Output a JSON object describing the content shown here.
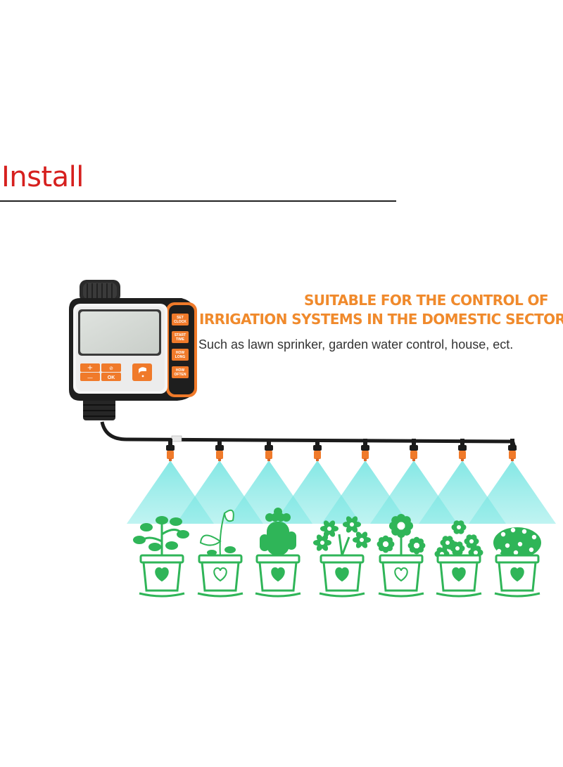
{
  "section_title": "Install",
  "headline_line1": "SUITABLE  FOR  THE CONTROL OF",
  "headline_line2": "IRRIGATION SYSTEMS IN THE DOMESTIC SECTOR",
  "subtitle": "Such as lawn sprinker, garden water control, house, ect.",
  "device": {
    "side_buttons": [
      {
        "line1": "SET",
        "line2": "CLOCK"
      },
      {
        "line1": "START",
        "line2": "TIME"
      },
      {
        "line1": "HOW",
        "line2": "LONG"
      },
      {
        "line1": "HOW",
        "line2": "OFTEN"
      }
    ],
    "plus_label": "+",
    "minus_label": "—",
    "cycle_label": "⊘",
    "ok_label": "OK"
  },
  "colors": {
    "title_red": "#d6201e",
    "headline_orange": "#f08a2c",
    "button_orange": "#f07a2a",
    "plant_green": "#2fb558",
    "spray_cyan": "#6fe3e0"
  }
}
